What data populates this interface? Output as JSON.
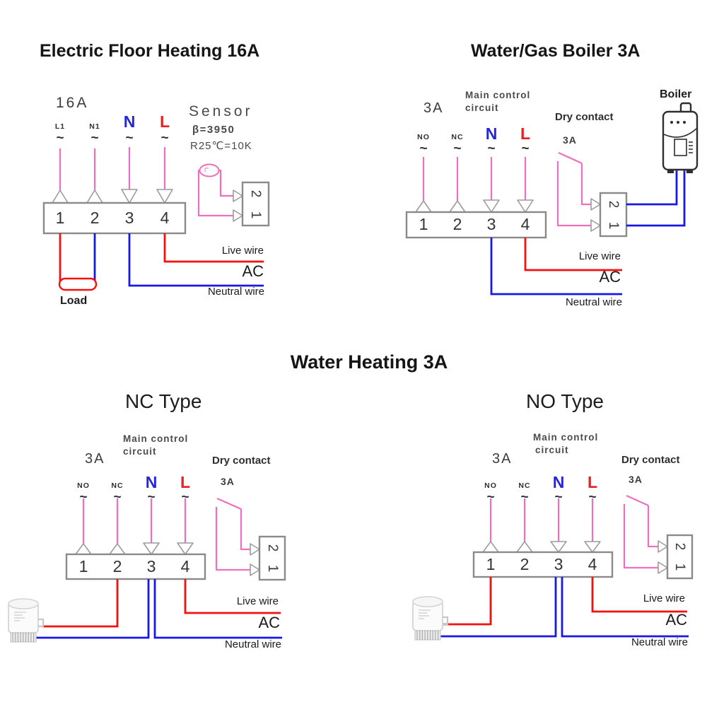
{
  "colors": {
    "wire_pink": "#EF6FBC",
    "wire_red": "#F50F0F",
    "wire_blue": "#1717E8",
    "label_n": "#2525DE",
    "label_l": "#E82222",
    "outline": "#8A8A8A"
  },
  "common": {
    "tilde": "~",
    "live_wire": "Live wire",
    "ac": "AC",
    "neutral_wire": "Neutral wire",
    "main_control_line1": "Main control",
    "main_control_line2": "circuit",
    "dry_contact_label": "Dry contact",
    "dry_contact_rating": "3A",
    "thermostat_rating": "3A",
    "block_terminals": [
      "1",
      "2",
      "3",
      "4"
    ],
    "connector_terminals": [
      "1",
      "2"
    ],
    "control_terminals": [
      "NO",
      "NC",
      "N",
      "L"
    ]
  },
  "floor_heating": {
    "title": "Electric Floor Heating 16A",
    "rating": "16A",
    "terminals": [
      "L1",
      "N1",
      "N",
      "L"
    ],
    "sensor": {
      "title": "Sensor",
      "beta": "β=3950",
      "resistance": "R25℃=10K",
      "probe": "t°"
    },
    "load_label": "Load"
  },
  "boiler_diagram": {
    "title": "Water/Gas Boiler 3A",
    "boiler_label": "Boiler"
  },
  "water_heating": {
    "section_title": "Water Heating 3A",
    "nc_type_title": "NC Type",
    "no_type_title": "NO Type"
  }
}
